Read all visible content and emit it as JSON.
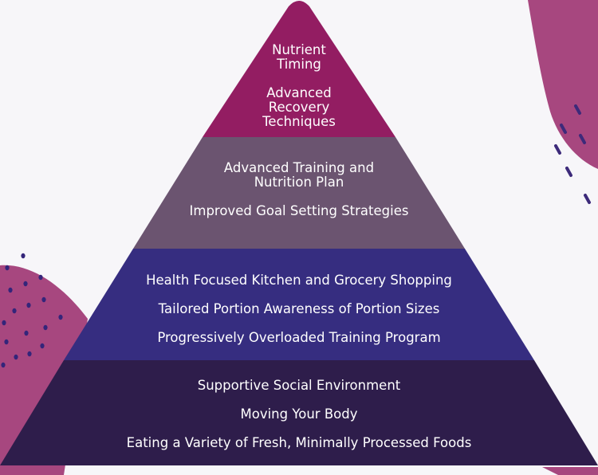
{
  "colors": {
    "background": "#f7f6f9",
    "blob": "#a7477f",
    "dash": "#3d2a7a",
    "dot": "#34257a",
    "tier_1": "#931d62",
    "tier_2": "#6b5470",
    "tier_3": "#362d80",
    "tier_4": "#2e1d4b",
    "text": "#ffffff"
  },
  "pyramid": {
    "tiers": [
      {
        "lines": [
          "Nutrient\nTiming",
          "Advanced\nRecovery\nTechniques"
        ]
      },
      {
        "lines": [
          "Advanced Training and\nNutrition Plan",
          "Improved Goal Setting Strategies"
        ]
      },
      {
        "lines": [
          "Health Focused Kitchen and Grocery Shopping",
          "Tailored Portion Awareness of Portion Sizes",
          "Progressively Overloaded Training Program"
        ]
      },
      {
        "lines": [
          "Supportive Social Environment",
          "Moving Your Body",
          "Eating a Variety of Fresh, Minimally Processed Foods"
        ]
      }
    ]
  }
}
